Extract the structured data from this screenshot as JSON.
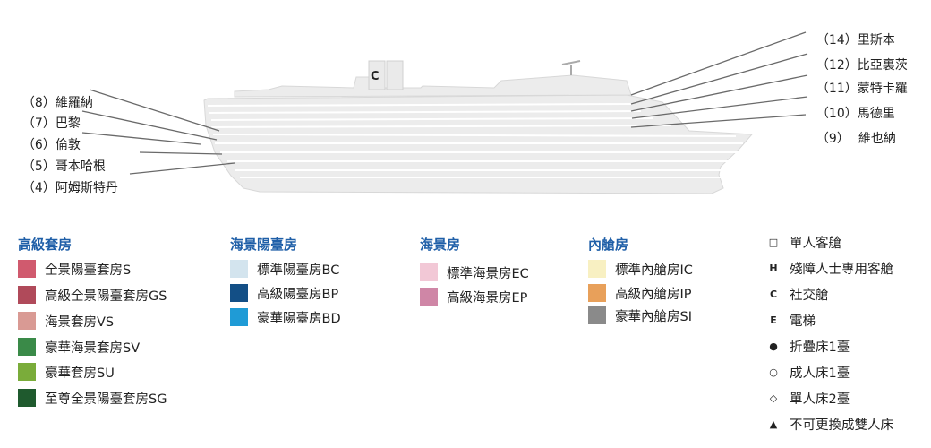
{
  "ship_diagram": {
    "funnel_logo": "C",
    "left_decks": [
      {
        "number": "（8）",
        "name": "維羅納"
      },
      {
        "number": "（7）",
        "name": "巴黎"
      },
      {
        "number": "（6）",
        "name": "倫敦"
      },
      {
        "number": "（5）",
        "name": "哥本哈根"
      },
      {
        "number": "（4）",
        "name": "阿姆斯特丹"
      }
    ],
    "right_decks": [
      {
        "number": "（14）",
        "name": "里斯本"
      },
      {
        "number": "（12）",
        "name": "比亞裏茨"
      },
      {
        "number": "（11）",
        "name": "蒙特卡羅"
      },
      {
        "number": "（10）",
        "name": "馬德里"
      },
      {
        "number": "（9）",
        "name": "維也納"
      }
    ]
  },
  "legend": {
    "groups": [
      {
        "title": "高級套房",
        "title_color": "#1f5fa8",
        "items": [
          {
            "label": "全景陽臺套房S",
            "color": "#d05a6e"
          },
          {
            "label": "高級全景陽臺套房GS",
            "color": "#b04a5a"
          },
          {
            "label": "海景套房VS",
            "color": "#d99a94"
          },
          {
            "label": "豪華海景套房SV",
            "color": "#3a8a48"
          },
          {
            "label": "豪華套房SU",
            "color": "#7aac3a"
          },
          {
            "label": "至尊全景陽臺套房SG",
            "color": "#1f5a2e"
          }
        ]
      },
      {
        "title": "海景陽臺房",
        "title_color": "#1f5fa8",
        "items": [
          {
            "label": "標準陽臺房BC",
            "color": "#d3e4ee"
          },
          {
            "label": "高級陽臺房BP",
            "color": "#134f86"
          },
          {
            "label": "豪華陽臺房BD",
            "color": "#1f9bd6"
          }
        ]
      },
      {
        "title": "海景房",
        "title_color": "#1f5fa8",
        "items": [
          {
            "label": "標準海景房EC",
            "color": "#f2c8d6"
          },
          {
            "label": "高級海景房EP",
            "color": "#cf86a6"
          }
        ]
      },
      {
        "title": "內艙房",
        "title_color": "#1f5fa8",
        "items": [
          {
            "label": "標準內艙房IC",
            "color": "#f8f0c2"
          },
          {
            "label": "高級內艙房IP",
            "color": "#e8a05a"
          },
          {
            "label": "豪華內艙房SI",
            "color": "#8a8a8a"
          }
        ]
      }
    ],
    "symbols": [
      {
        "glyph": "□",
        "label": "單人客艙"
      },
      {
        "glyph": "H",
        "label": "殘障人士專用客艙"
      },
      {
        "glyph": "C",
        "label": "社交艙"
      },
      {
        "glyph": "E",
        "label": "電梯"
      },
      {
        "glyph": "●",
        "label": "折疊床1臺"
      },
      {
        "glyph": "○",
        "label": "成人床1臺"
      },
      {
        "glyph": "◇",
        "label": "單人床2臺"
      },
      {
        "glyph": "▲",
        "label": "不可更換成雙人床"
      }
    ]
  }
}
